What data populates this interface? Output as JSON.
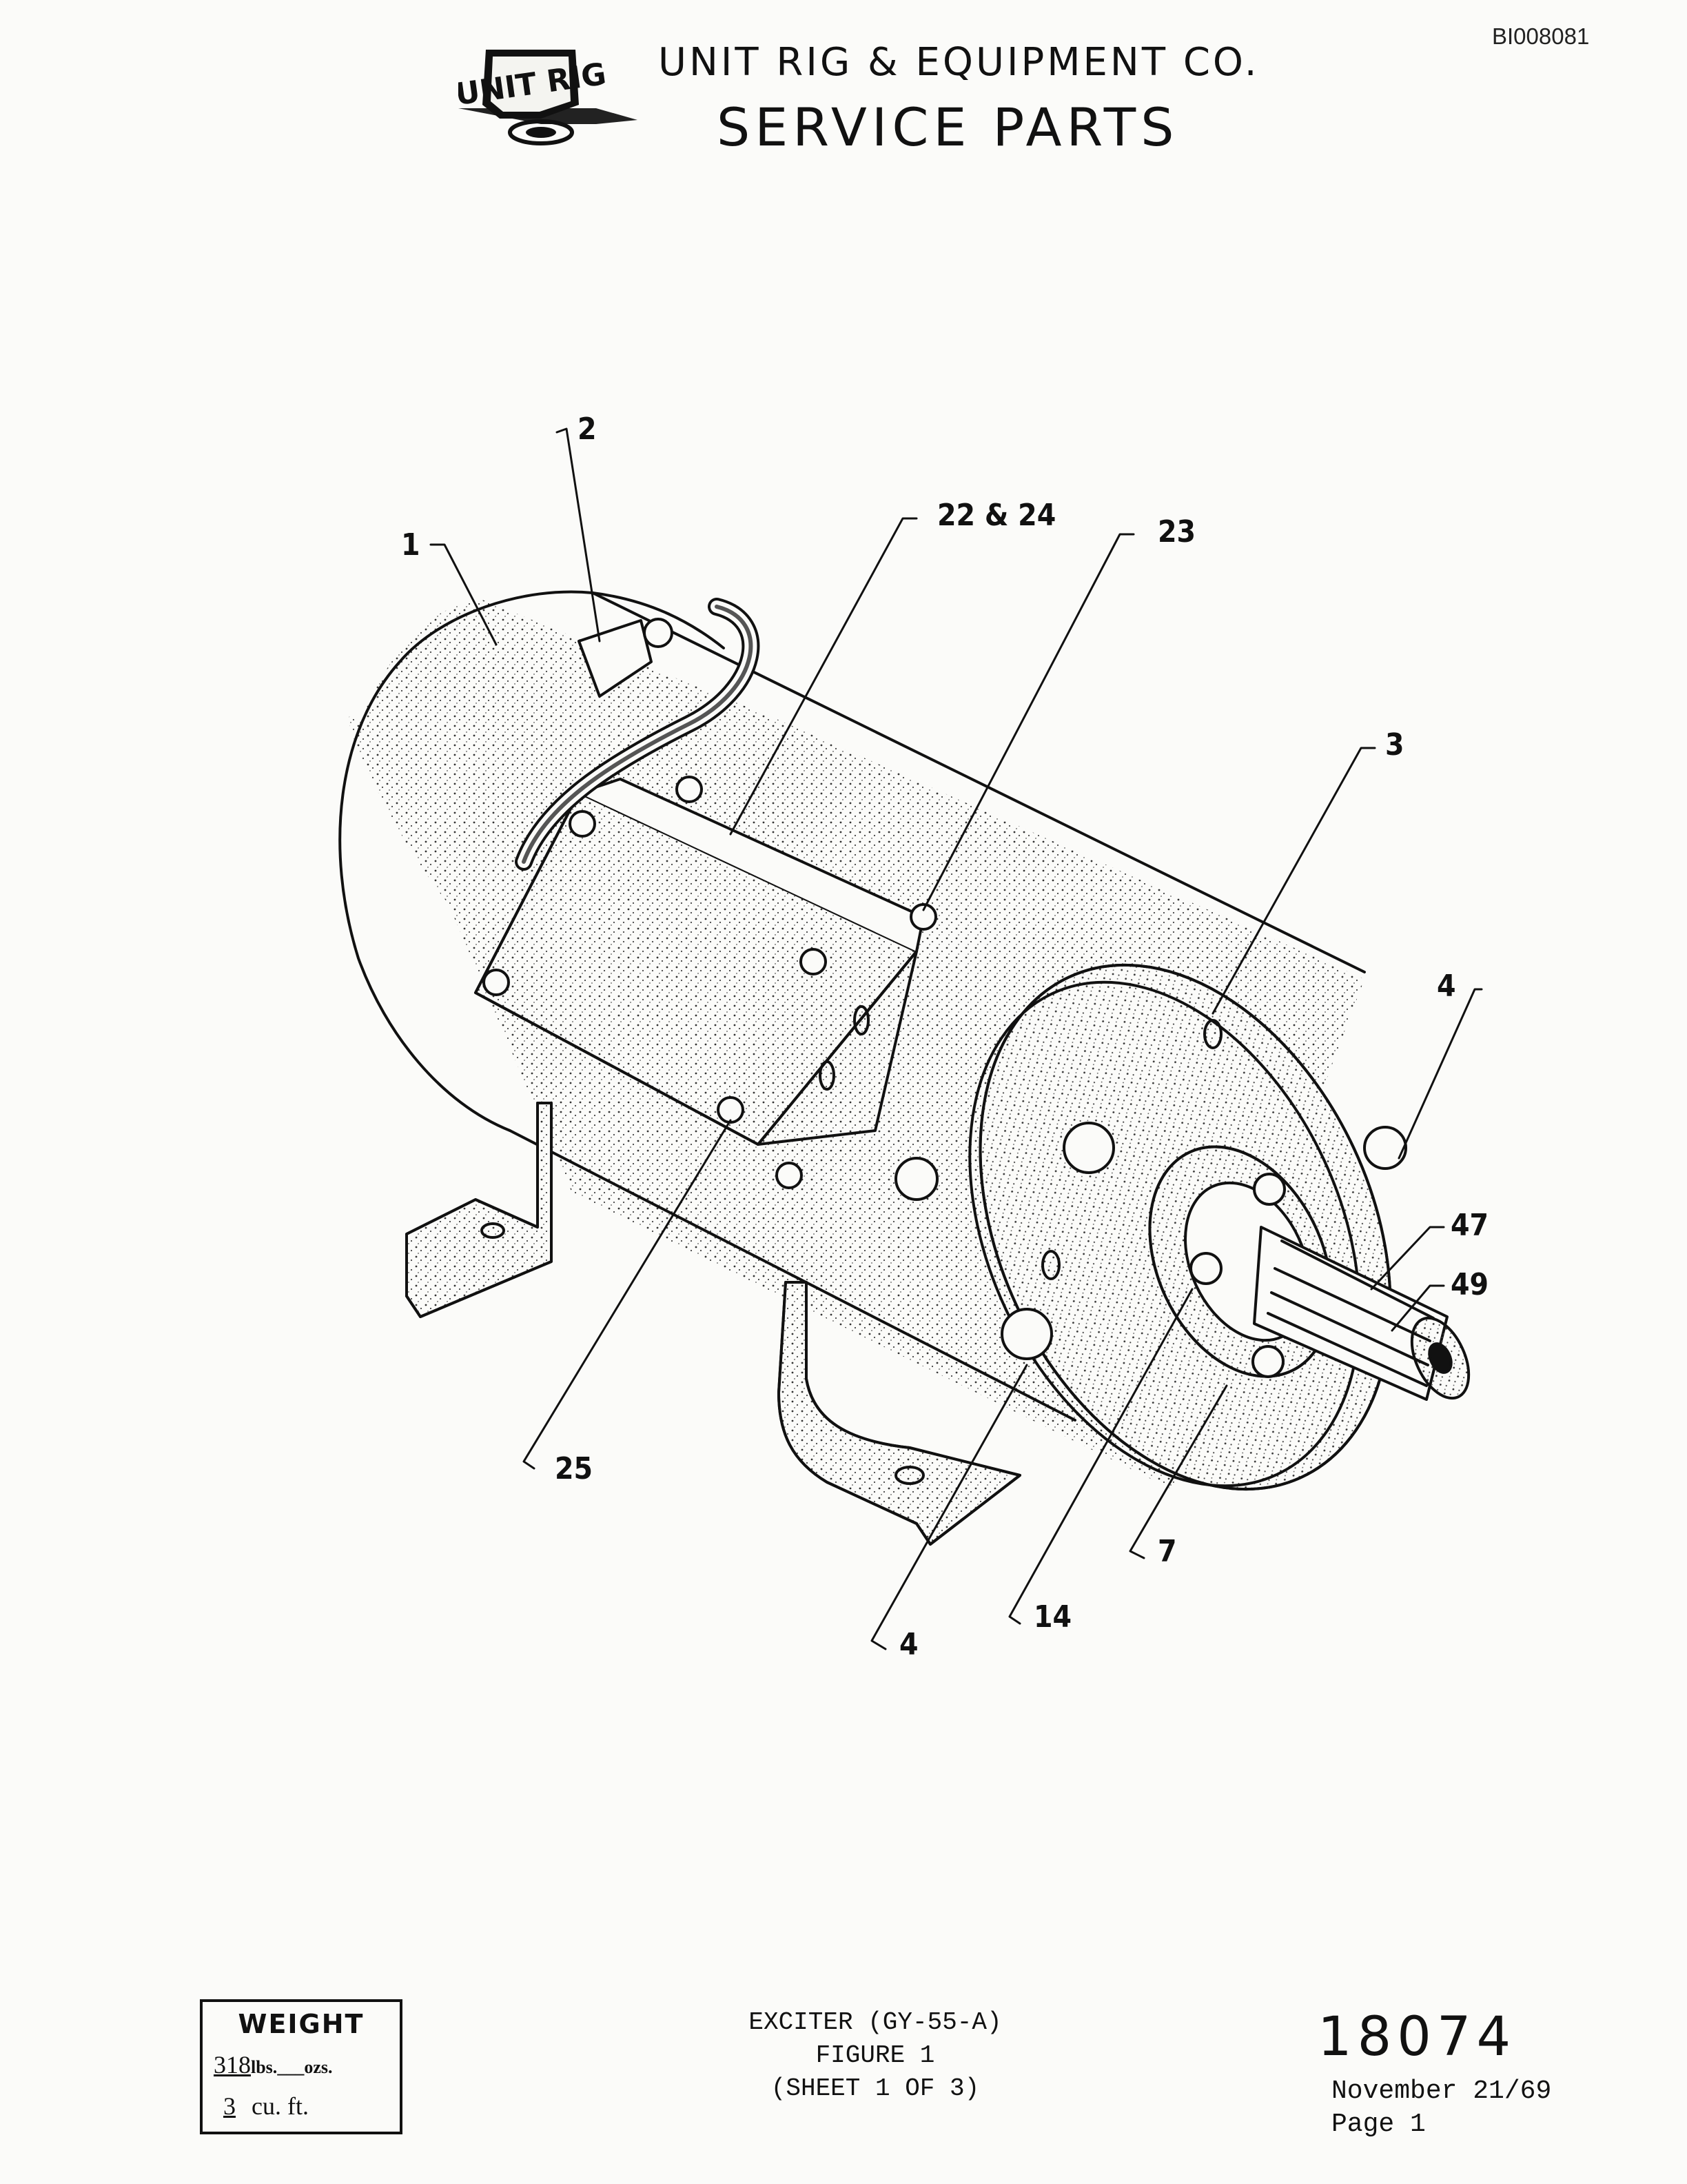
{
  "header": {
    "doc_id": "BI008081",
    "company": "UNIT RIG & EQUIPMENT CO.",
    "title": "SERVICE PARTS",
    "logo_text": "UNIT RIG"
  },
  "callouts": [
    "1",
    "2",
    "22 & 24",
    "23",
    "3",
    "4",
    "47",
    "49",
    "25",
    "7",
    "14",
    "4"
  ],
  "weight": {
    "title": "WEIGHT",
    "lbs": "318",
    "lbs_unit": "lbs.",
    "ozs_blank": "___",
    "ozs_unit": "ozs.",
    "cuft": "3",
    "cuft_unit": "cu. ft."
  },
  "caption": {
    "line1": "EXCITER (GY-55-A)",
    "line2": "FIGURE 1",
    "line3": "(SHEET 1 OF 3)"
  },
  "publication": {
    "number": "18074",
    "date": "November 21/69",
    "page": "Page 1"
  }
}
